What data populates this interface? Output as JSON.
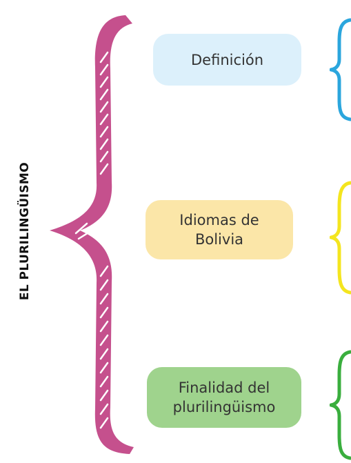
{
  "title": "EL PLURILINGÜISMO",
  "branches": [
    {
      "lines": [
        "Definición"
      ],
      "box_color": "#dcf0fb",
      "brace_color": "#2ba6dd"
    },
    {
      "lines": [
        "Idiomas de",
        "Bolivia"
      ],
      "box_color": "#fbe6a8",
      "brace_color": "#f4e51f"
    },
    {
      "lines": [
        "Finalidad del",
        "plurilingüismo"
      ],
      "box_color": "#9fd38d",
      "brace_color": "#3aae3e"
    }
  ],
  "colors": {
    "main_brace": "#c5508d",
    "main_brace_hatch": "#ffffff",
    "text": "#333333",
    "title": "#111111"
  }
}
